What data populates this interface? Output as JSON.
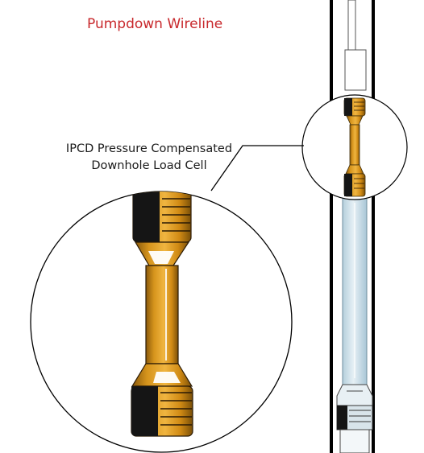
{
  "title": "Pumpdown Wireline",
  "callout": {
    "line1": "IPCD Pressure Compensated",
    "line2": "Downhole Load Cell"
  },
  "colors": {
    "title_red": "#c8282c",
    "tool_gold": "#dc9a1e",
    "tool_gold_dark": "#9a6510",
    "tool_black": "#151515",
    "casing_blue": "#c9dde8",
    "line_black": "#000000"
  }
}
